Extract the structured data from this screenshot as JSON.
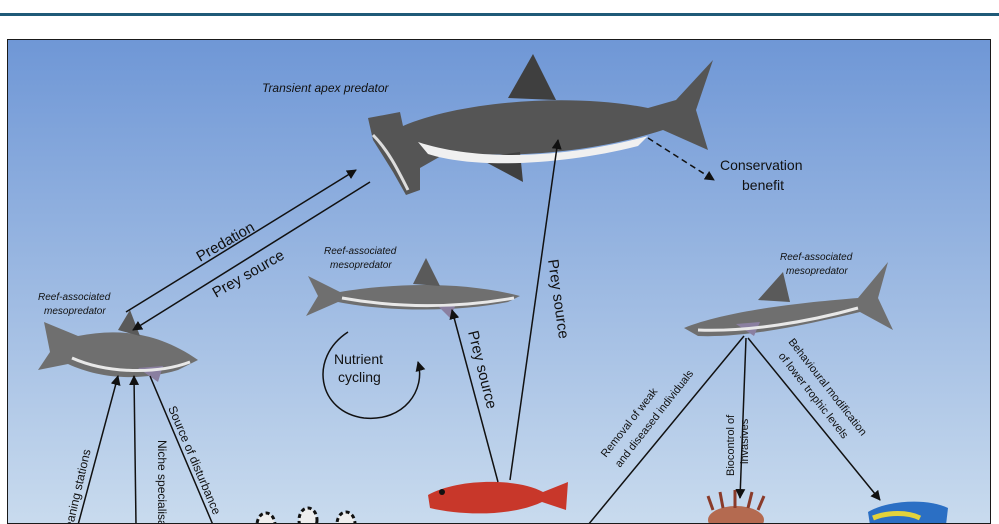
{
  "colors": {
    "header_rule": "#1f5a78",
    "water_top": "#6f97d6",
    "water_bottom": "#c9dbee",
    "shark_body": "#6f6f6f",
    "hammerhead_body": "#555555",
    "fish_red": "#c8372a"
  },
  "labels": {
    "apex_title": "Transient apex predator",
    "conservation_line1": "Conservation",
    "conservation_line2": "benefit",
    "predation": "Predation",
    "prey_source_left": "Prey source",
    "prey_source_center_vertical": "Prey source",
    "prey_source_center_diag": "Prey source",
    "meso_left_line1": "Reef-associated",
    "meso_left_line2": "mesopredator",
    "meso_center_line1": "Reef-associated",
    "meso_center_line2": "mesopredator",
    "meso_right_line1": "Reef-associated",
    "meso_right_line2": "mesopredator",
    "nutrient_line1": "Nutrient",
    "nutrient_line2": "cycling",
    "cleaning": "Cleaning stations",
    "niche": "Niche specialisation",
    "disturbance": "Source of disturbance",
    "removal_line1": "Removal of weak",
    "removal_line2": "and diseased individuals",
    "biocontrol_line1": "Biocontrol of",
    "biocontrol_line2": "invasives",
    "behavioural_line1": "Behavioural modification",
    "behavioural_line2": "of lower trophic levels"
  },
  "icons": [
    "hammerhead-shark",
    "reef-shark",
    "red-grouper",
    "striped-fish",
    "lionfish",
    "parrotfish"
  ]
}
